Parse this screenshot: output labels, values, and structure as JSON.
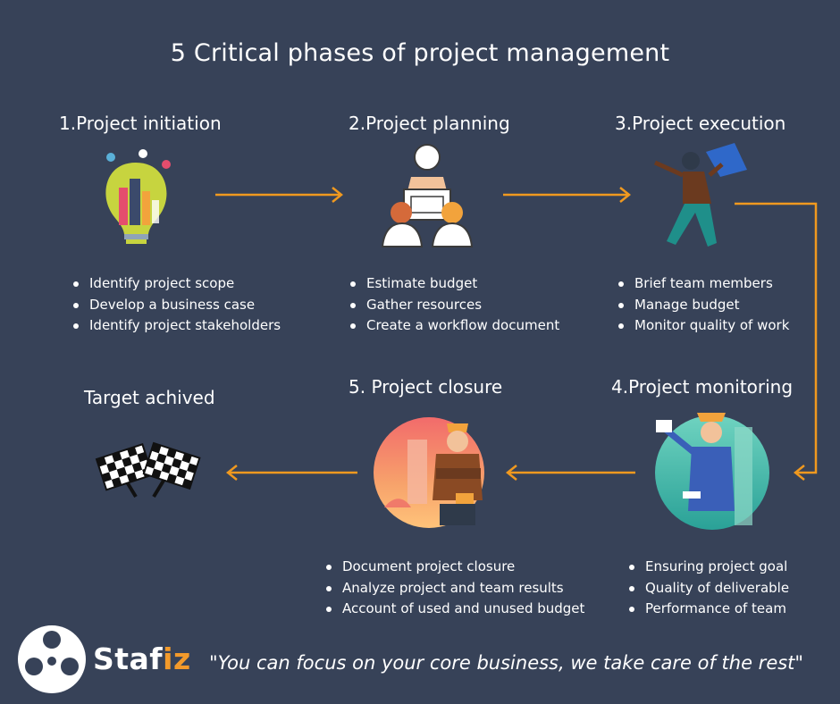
{
  "title": "5 Critical phases of project management",
  "phases": [
    {
      "title": "1.Project initiation",
      "items": [
        "Identify project scope",
        "Develop a business case",
        "Identify project stakeholders"
      ]
    },
    {
      "title": "2.Project planning",
      "items": [
        "Estimate budget",
        "Gather resources",
        "Create a workflow document"
      ]
    },
    {
      "title": "3.Project execution",
      "items": [
        "Brief team members",
        "Manage budget",
        "Monitor quality of work"
      ]
    },
    {
      "title": "4.Project monitoring",
      "items": [
        "Ensuring project goal",
        "Quality of deliverable",
        "Performance of team"
      ]
    },
    {
      "title": "5. Project closure",
      "items": [
        "Document project closure",
        "Analyze project and team results",
        "Account of used and unused budget"
      ]
    }
  ],
  "target": {
    "title": "Target achived"
  },
  "brand": {
    "name_part1": "Staf",
    "name_part2": "iz"
  },
  "tagline": "\"You can focus on your core business, we take care of the rest\"",
  "colors": {
    "background": "#374258",
    "arrow": "#f0991f",
    "brand_accent": "#f39a2b"
  },
  "icons": [
    "lightbulb-city-icon",
    "planning-team-icon",
    "executive-pointing-icon",
    "monitoring-worker-icon",
    "closure-worker-icon",
    "checkered-flags-icon",
    "stafiz-logo-icon"
  ]
}
